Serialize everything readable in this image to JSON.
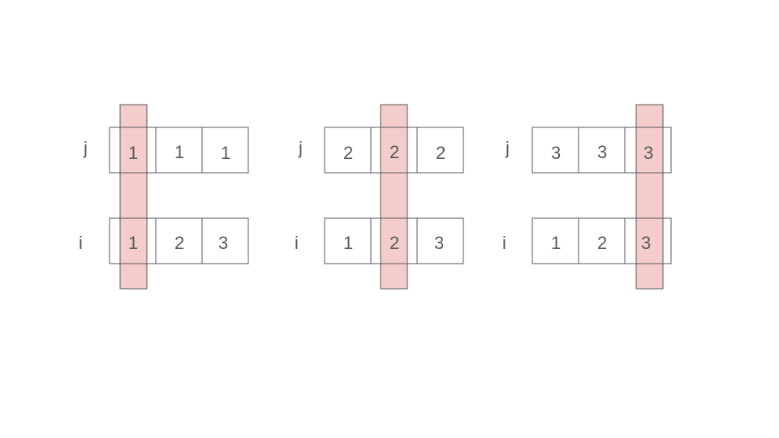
{
  "panels": [
    {
      "highlight_index": 0,
      "rows": [
        {
          "label": "j",
          "values": [
            "1",
            "1",
            "1"
          ]
        },
        {
          "label": "i",
          "values": [
            "1",
            "2",
            "3"
          ]
        }
      ]
    },
    {
      "highlight_index": 1,
      "rows": [
        {
          "label": "j",
          "values": [
            "2",
            "2",
            "2"
          ]
        },
        {
          "label": "i",
          "values": [
            "1",
            "2",
            "3"
          ]
        }
      ]
    },
    {
      "highlight_index": 2,
      "rows": [
        {
          "label": "j",
          "values": [
            "3",
            "3",
            "3"
          ]
        },
        {
          "label": "i",
          "values": [
            "1",
            "2",
            "3"
          ]
        }
      ]
    }
  ],
  "colors": {
    "highlight": "#f4cccc",
    "stroke": "#595959",
    "text": "#595959"
  }
}
